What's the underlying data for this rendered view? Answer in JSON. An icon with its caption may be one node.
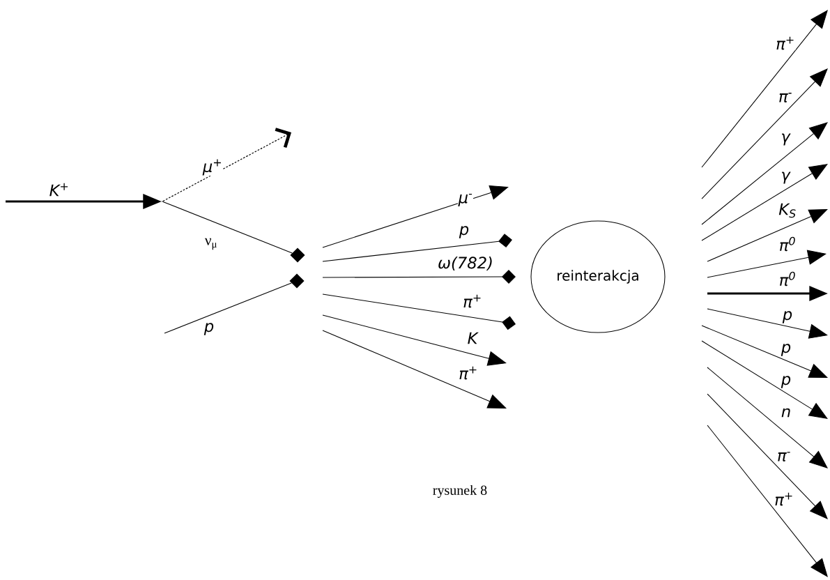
{
  "diagram": {
    "caption": "rysunek 8",
    "nodes": [
      {
        "text": [],
        "shape": "point"
      },
      {
        "text": [],
        "shape": "diamond"
      },
      {
        "text": [],
        "shape": "diamond"
      }
    ],
    "edges": [
      {
        "from": null,
        "to": 0,
        "arrow": "to",
        "label": "K$^{+}$",
        "style": "thick"
      },
      {
        "from": 0,
        "to": null,
        "arrow": "to",
        "label": "μ$^{+}$",
        "style": "dashed"
      },
      {
        "from": 0,
        "to": 1,
        "arrow": "none",
        "label": "ν$_{μ}$"
      },
      {
        "from": null,
        "to": 2,
        "arrow": "none",
        "label": "p"
      }
    ],
    "labels": [
      "μ$^{-}$",
      "p",
      "ω(782)",
      "π$^{+}$",
      "K",
      "π$^{+}$",
      "reinterakcja",
      "π$^{+}$",
      "π$^{-}$",
      "γ",
      "γ",
      "K$_{S}$",
      "π$^{0}$",
      "π$^{0}$",
      "p",
      "p",
      "p",
      "n",
      "π$^{-}$",
      "π$^{+}$"
    ]
  }
}
